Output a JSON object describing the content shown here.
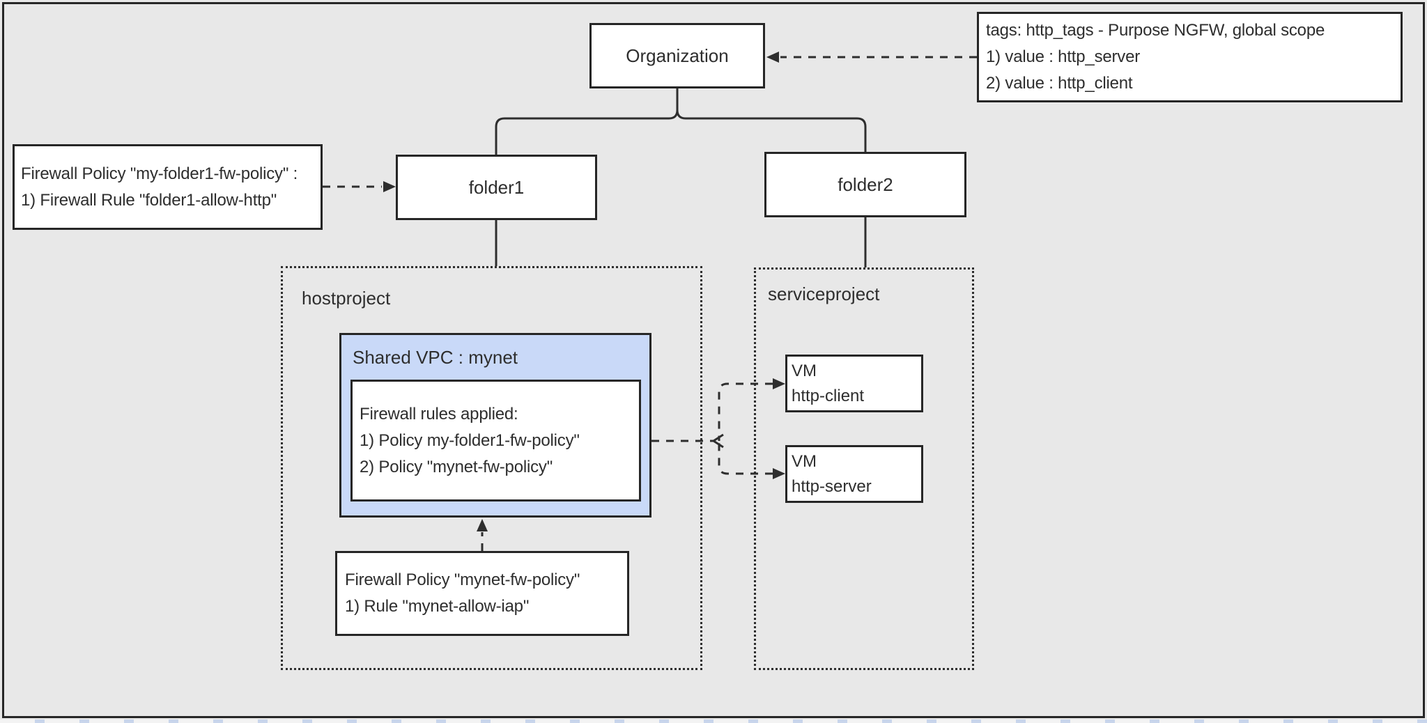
{
  "colors": {
    "canvas_bg": "#e8e8e8",
    "border": "#262626",
    "box_fill": "#ffffff",
    "shared_vpc_fill": "#c9d9f8",
    "text": "#2e2e2e"
  },
  "nodes": {
    "organization": {
      "label": "Organization"
    },
    "folder1": {
      "label": "folder1"
    },
    "folder2": {
      "label": "folder2"
    },
    "host_project": {
      "label": "hostproject"
    },
    "service_project": {
      "label": "serviceproject"
    },
    "shared_vpc": {
      "label": "Shared VPC : mynet"
    },
    "vm_client": {
      "line1": "VM",
      "line2": "http-client"
    },
    "vm_server": {
      "line1": "VM",
      "line2": "http-server"
    }
  },
  "notes": {
    "org_tags": {
      "line1": "tags: http_tags - Purpose NGFW, global scope",
      "line2": "1) value : http_server",
      "line3": "2) value : http_client"
    },
    "folder1_policy": {
      "line1": "Firewall Policy \"my-folder1-fw-policy\" :",
      "line2": "1) Firewall Rule \"folder1-allow-http\""
    },
    "vpc_rules": {
      "line1": "Firewall rules applied:",
      "line2": "1) Policy my-folder1-fw-policy\"",
      "line3": "2) Policy \"mynet-fw-policy\""
    },
    "mynet_policy": {
      "line1": "Firewall Policy \"mynet-fw-policy\"",
      "line2": "1) Rule \"mynet-allow-iap\""
    }
  }
}
